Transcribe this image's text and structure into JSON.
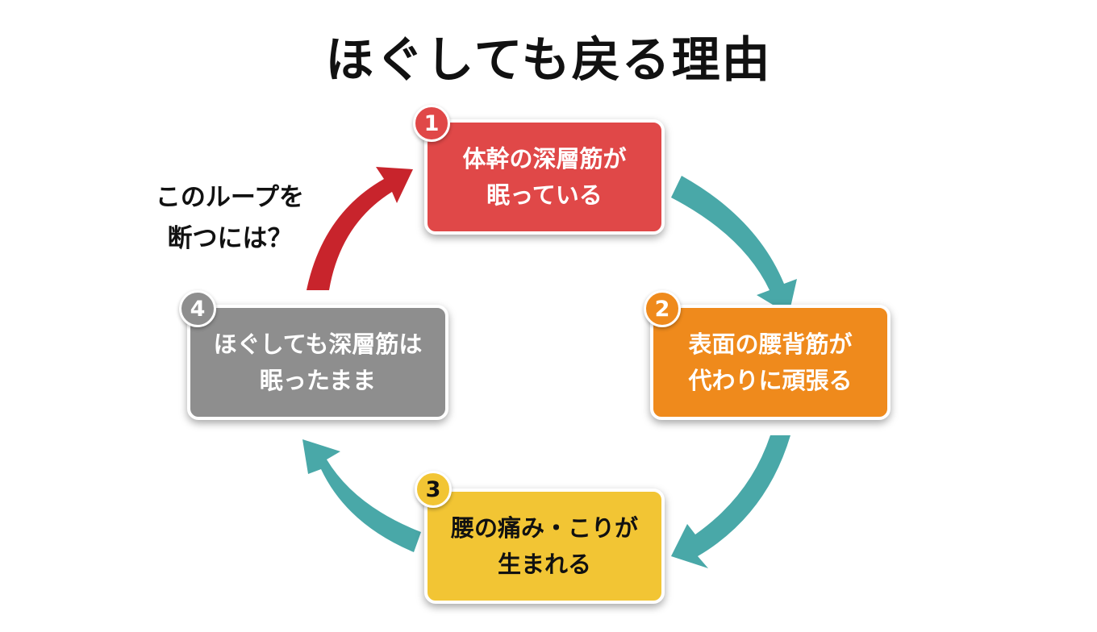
{
  "title": "ほぐしても戻る理由",
  "question": {
    "line1": "このループを",
    "line2": "断つには？"
  },
  "steps": [
    {
      "number": "1",
      "line1": "体幹の深層筋が",
      "line2": "眠っている",
      "color": "#e04848",
      "text_color": "#ffffff"
    },
    {
      "number": "2",
      "line1": "表面の腰背筋が",
      "line2": "代わりに頑張る",
      "color": "#ef8a1c",
      "text_color": "#ffffff"
    },
    {
      "number": "3",
      "line1": "腰の痛み・こりが",
      "line2": "生まれる",
      "color": "#f2c534",
      "text_color": "#111111"
    },
    {
      "number": "4",
      "line1": "ほぐしても深層筋は",
      "line2": "眠ったまま",
      "color": "#8e8e8e",
      "text_color": "#ffffff"
    }
  ],
  "arrow_colors": {
    "teal": "#49a8a8",
    "red": "#c8242c"
  }
}
